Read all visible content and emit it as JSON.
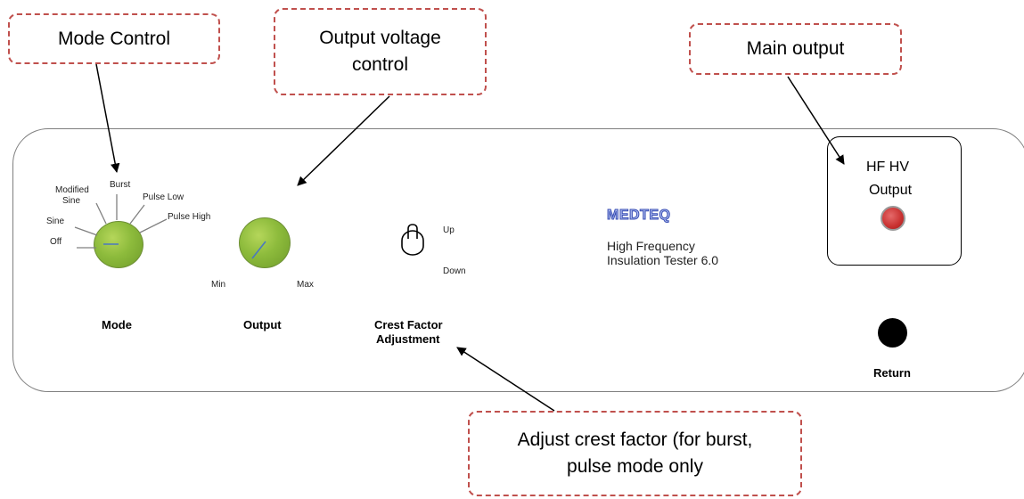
{
  "callouts": {
    "mode_control": "Mode Control",
    "output_voltage_line1": "Output voltage",
    "output_voltage_line2": "control",
    "main_output": "Main output",
    "crest_line1": "Adjust crest factor (for burst,",
    "crest_line2": "pulse mode only"
  },
  "mode_knob": {
    "positions": [
      "Off",
      "Sine",
      "Modified",
      "Sine",
      "Burst",
      "Pulse Low",
      "Pulse High"
    ],
    "label": "Mode"
  },
  "output_knob": {
    "min_label": "Min",
    "max_label": "Max",
    "label": "Output"
  },
  "crest_switch": {
    "up_label": "Up",
    "down_label": "Down",
    "label_line1": "Crest Factor",
    "label_line2": "Adjustment"
  },
  "brand": {
    "logo": "MEDTEQ",
    "product_line1": "High Frequency",
    "product_line2": "Insulation Tester  6.0"
  },
  "hv_output": {
    "line1": "HF HV",
    "line2": "Output"
  },
  "return": {
    "label": "Return"
  }
}
